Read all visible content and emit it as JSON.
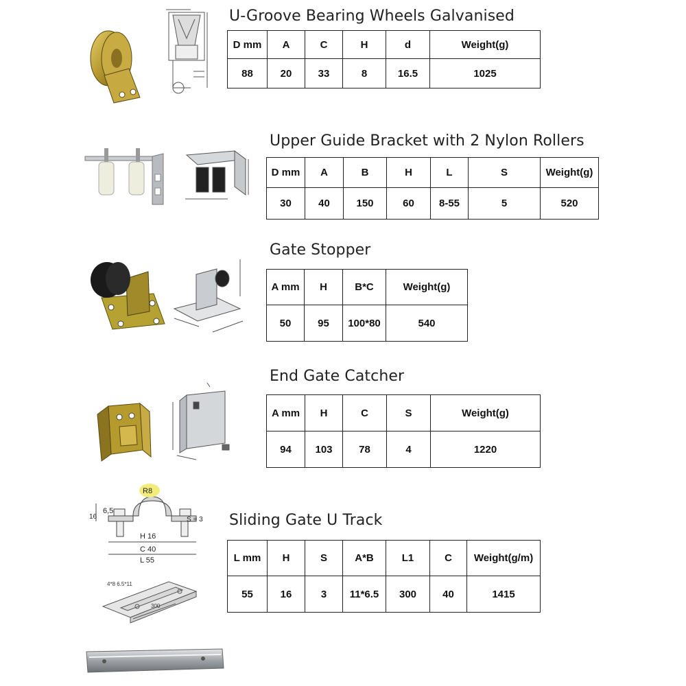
{
  "products": [
    {
      "title": "U-Groove Bearing Wheels Galvanised",
      "headers": [
        "D mm",
        "A",
        "C",
        "H",
        "d",
        "Weight(g)"
      ],
      "values": [
        "88",
        "20",
        "33",
        "8",
        "16.5",
        "1025"
      ]
    },
    {
      "title": "Upper Guide Bracket with 2 Nylon Rollers",
      "headers": [
        "D mm",
        "A",
        "B",
        "H",
        "L",
        "S",
        "Weight(g)"
      ],
      "values": [
        "30",
        "40",
        "150",
        "60",
        "8-55",
        "5",
        "520"
      ]
    },
    {
      "title": "Gate Stopper",
      "headers": [
        "A mm",
        "H",
        "B*C",
        "Weight(g)"
      ],
      "values": [
        "50",
        "95",
        "100*80",
        "540"
      ]
    },
    {
      "title": "End Gate Catcher",
      "headers": [
        "A mm",
        "H",
        "C",
        "S",
        "Weight(g)"
      ],
      "values": [
        "94",
        "103",
        "78",
        "4",
        "1220"
      ]
    },
    {
      "title": "Sliding Gate U Track",
      "headers": [
        "L mm",
        "H",
        "S",
        "A*B",
        "L1",
        "C",
        "Weight(g/m)"
      ],
      "values": [
        "55",
        "16",
        "3",
        "11*6.5",
        "300",
        "40",
        "1415"
      ]
    }
  ],
  "diagram_labels": {
    "track_r8": "R8",
    "track_h16": "H 16",
    "track_c40": "C 40",
    "track_l55": "L 55",
    "track_65": "6,5",
    "track_16": "16",
    "track_s3": "S = 3",
    "track_300": "300",
    "track_ab": "4*8 6.5*11"
  },
  "colors": {
    "brass": "#b5972e",
    "galvanised": "#b8bcc0",
    "rubber": "#1a1a1a",
    "nylon": "#eeeede",
    "highlight": "#f2ec7a"
  }
}
